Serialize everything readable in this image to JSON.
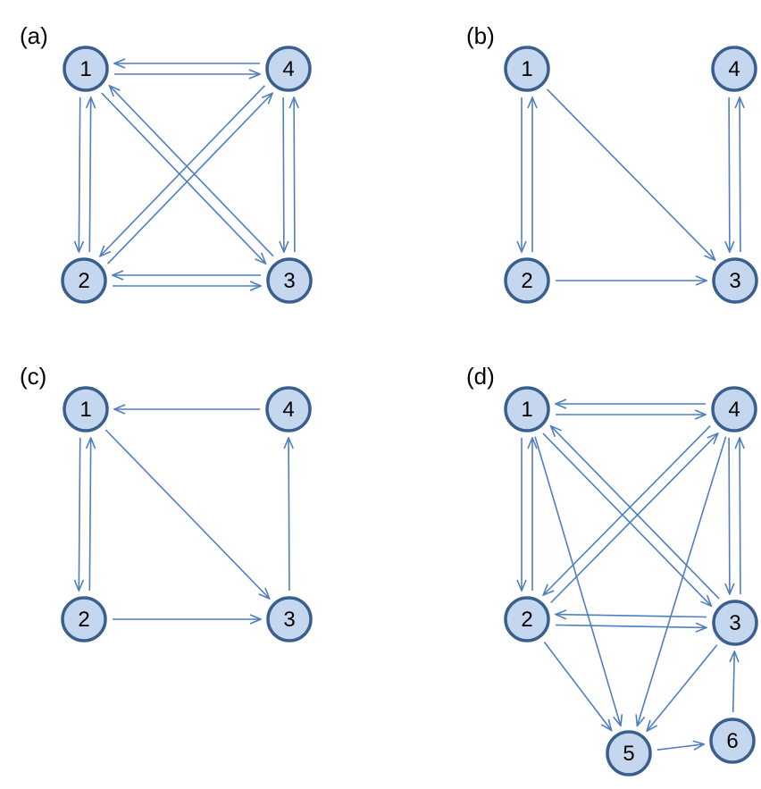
{
  "colors": {
    "node_fill": "#c5d7ef",
    "node_stroke": "#3a5f8f",
    "edge": "#4f7fbf",
    "text": "#000000"
  },
  "panels": [
    {
      "id": "a",
      "label": "(a)",
      "nodes": [
        "1",
        "2",
        "3",
        "4"
      ],
      "edges": [
        [
          "1",
          "4"
        ],
        [
          "4",
          "1"
        ],
        [
          "1",
          "2"
        ],
        [
          "2",
          "1"
        ],
        [
          "2",
          "3"
        ],
        [
          "3",
          "2"
        ],
        [
          "3",
          "4"
        ],
        [
          "4",
          "3"
        ],
        [
          "1",
          "3"
        ],
        [
          "3",
          "1"
        ],
        [
          "2",
          "4"
        ],
        [
          "4",
          "2"
        ]
      ]
    },
    {
      "id": "b",
      "label": "(b)",
      "nodes": [
        "1",
        "2",
        "3",
        "4"
      ],
      "edges": [
        [
          "1",
          "2"
        ],
        [
          "2",
          "1"
        ],
        [
          "1",
          "3"
        ],
        [
          "2",
          "3"
        ],
        [
          "3",
          "4"
        ],
        [
          "4",
          "3"
        ]
      ]
    },
    {
      "id": "c",
      "label": "(c)",
      "nodes": [
        "1",
        "2",
        "3",
        "4"
      ],
      "edges": [
        [
          "4",
          "1"
        ],
        [
          "1",
          "2"
        ],
        [
          "2",
          "1"
        ],
        [
          "1",
          "3"
        ],
        [
          "2",
          "3"
        ],
        [
          "3",
          "4"
        ]
      ]
    },
    {
      "id": "d",
      "label": "(d)",
      "nodes": [
        "1",
        "2",
        "3",
        "4",
        "5",
        "6"
      ],
      "edges": [
        [
          "1",
          "4"
        ],
        [
          "4",
          "1"
        ],
        [
          "1",
          "2"
        ],
        [
          "2",
          "1"
        ],
        [
          "2",
          "3"
        ],
        [
          "3",
          "2"
        ],
        [
          "3",
          "4"
        ],
        [
          "4",
          "3"
        ],
        [
          "1",
          "3"
        ],
        [
          "3",
          "1"
        ],
        [
          "2",
          "4"
        ],
        [
          "4",
          "2"
        ],
        [
          "1",
          "5"
        ],
        [
          "2",
          "5"
        ],
        [
          "3",
          "5"
        ],
        [
          "4",
          "5"
        ],
        [
          "5",
          "6"
        ],
        [
          "6",
          "3"
        ]
      ]
    }
  ]
}
